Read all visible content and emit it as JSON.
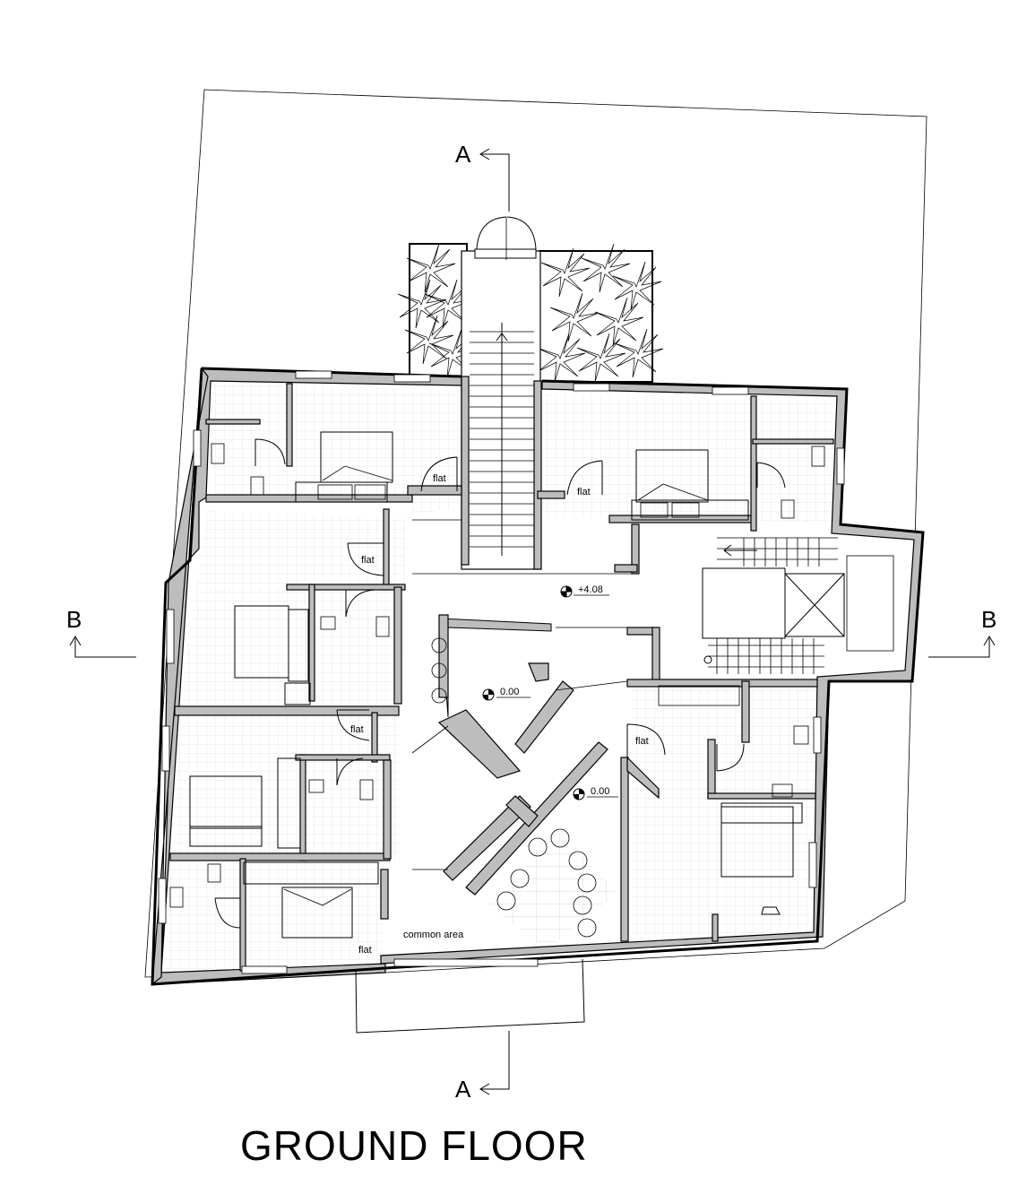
{
  "title": "GROUND FLOOR",
  "section_markers": {
    "a_top": "A",
    "a_bottom": "A",
    "b_left": "B",
    "b_right": "B"
  },
  "rooms": {
    "flat_label": "flat",
    "common_area": "common area"
  },
  "levels": {
    "upper": "+4.08",
    "ground_1": "0.00",
    "ground_2": "0.00"
  },
  "colors": {
    "wall_fill": "#bdbdbd",
    "line": "#000000",
    "tile": "#e6e6e6"
  }
}
